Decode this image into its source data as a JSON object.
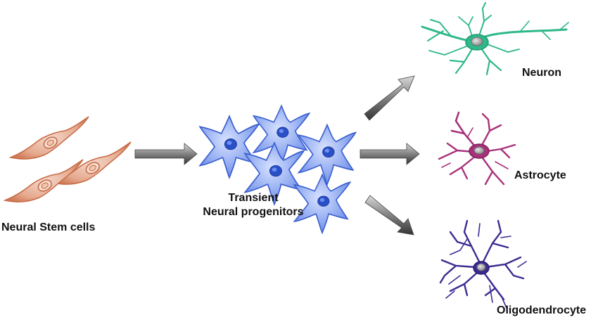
{
  "labels": {
    "stem": "Neural Stem cells",
    "progenitor_line1": "Transient",
    "progenitor_line2": "Neural progenitors",
    "neuron": "Neuron",
    "astrocyte": "Astrocyte",
    "oligodendrocyte": "Oligodendrocyte"
  },
  "colors": {
    "stem_fill": "#e8a080",
    "stem_stroke": "#c86a45",
    "progenitor_fill": "#7b9ae8",
    "progenitor_stroke": "#3a5fd0",
    "nucleus": "#2a50c8",
    "neuron": "#2fb88a",
    "astrocyte": "#a8327a",
    "oligodendrocyte": "#3b2c92",
    "arrow": "#555555"
  }
}
